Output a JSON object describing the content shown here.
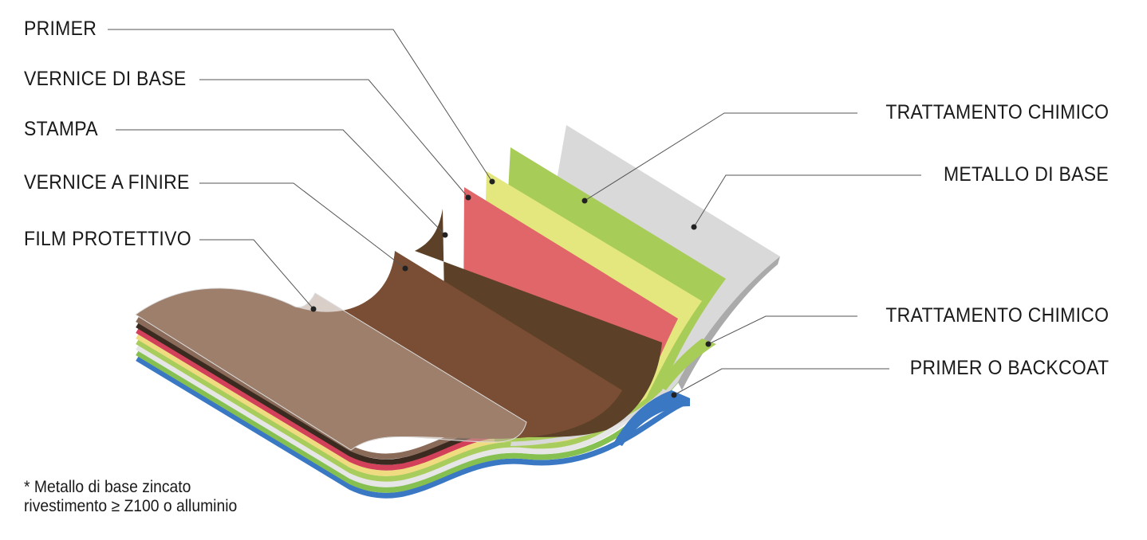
{
  "left_labels": [
    "PRIMER",
    "VERNICE DI BASE",
    "STAMPA",
    "VERNICE A FINIRE",
    "FILM PROTETTIVO"
  ],
  "right_labels": [
    "TRATTAMENTO CHIMICO",
    "METALLO DI BASE",
    "TRATTAMENTO CHIMICO",
    "PRIMER O BACKCOAT"
  ],
  "note": {
    "line1": "* Metallo di base zincato",
    "line2": "rivestimento ≥ Z100 o alluminio"
  },
  "colors": {
    "metal": "#d8d8d8",
    "treatment": "#a8cc58",
    "primer": "#e3e77e",
    "base_coat": "#e0666a",
    "print": "#5a3f25",
    "finish": "#7a4a30",
    "backcoat": "#3a78c4"
  }
}
